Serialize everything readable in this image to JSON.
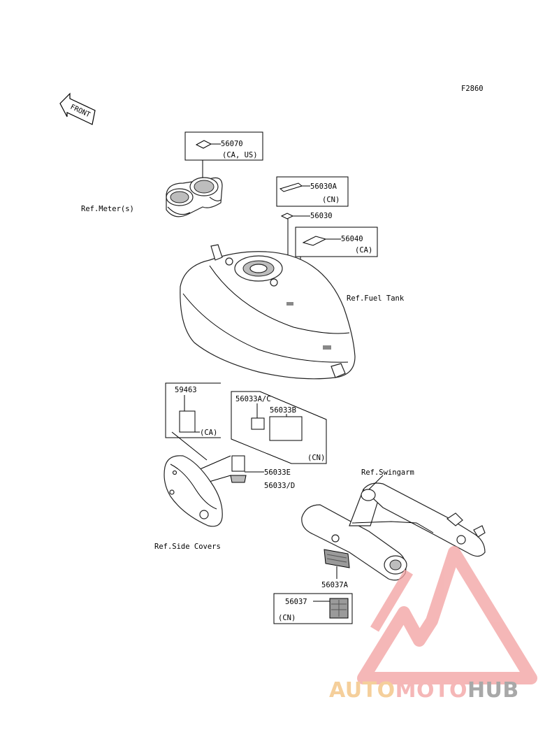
{
  "figure_code": "F2860",
  "front_label": "FRONT",
  "labels": {
    "p56070": "56070",
    "p56070_note": "(CA, US)",
    "ref_meter": "Ref.Meter(s)",
    "p56030A": "56030A",
    "p56030A_note": "(CN)",
    "p56030": "56030",
    "p56040": "56040",
    "p56040_note": "(CA)",
    "ref_fuel_tank": "Ref.Fuel Tank",
    "p59463": "59463",
    "p59463_note": "(CA)",
    "p56033AC": "56033A/C",
    "p56033B": "56033B",
    "p56033_note": "(CN)",
    "p56033E": "56033E",
    "p56033D": "56033/D",
    "ref_swingarm": "Ref.Swingarm",
    "ref_side_covers": "Ref.Side Covers",
    "p56037A": "56037A",
    "p56037": "56037",
    "p56037_note": "(CN)"
  },
  "watermark": {
    "part1": "AUTO",
    "part2": "MOTO",
    "part3": "HUB",
    "colors": {
      "auto": "#f2c07a",
      "moto": "#f2a0a0",
      "hub": "#8c8c8c"
    }
  }
}
